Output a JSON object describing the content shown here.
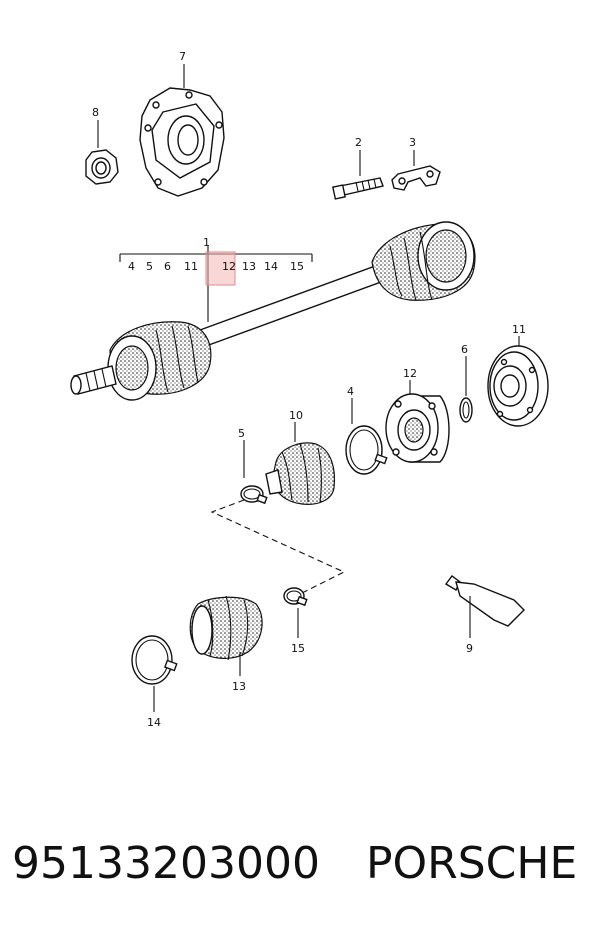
{
  "diagram": {
    "callouts": {
      "c1": "1",
      "c2": "2",
      "c3": "3",
      "c4": "4",
      "c5": "5",
      "c6": "6",
      "c7": "7",
      "c8": "8",
      "c9": "9",
      "c10": "10",
      "c11": "11",
      "c12": "12",
      "c13": "13",
      "c14": "14",
      "c15": "15"
    },
    "kit_list": [
      "4",
      "5",
      "6",
      "11",
      "12",
      "13",
      "14",
      "15"
    ],
    "highlighted_item": "12",
    "highlight_color": "#f4b6b6"
  },
  "footer": {
    "part_number": "95133203000",
    "brand": "PORSCHE"
  }
}
